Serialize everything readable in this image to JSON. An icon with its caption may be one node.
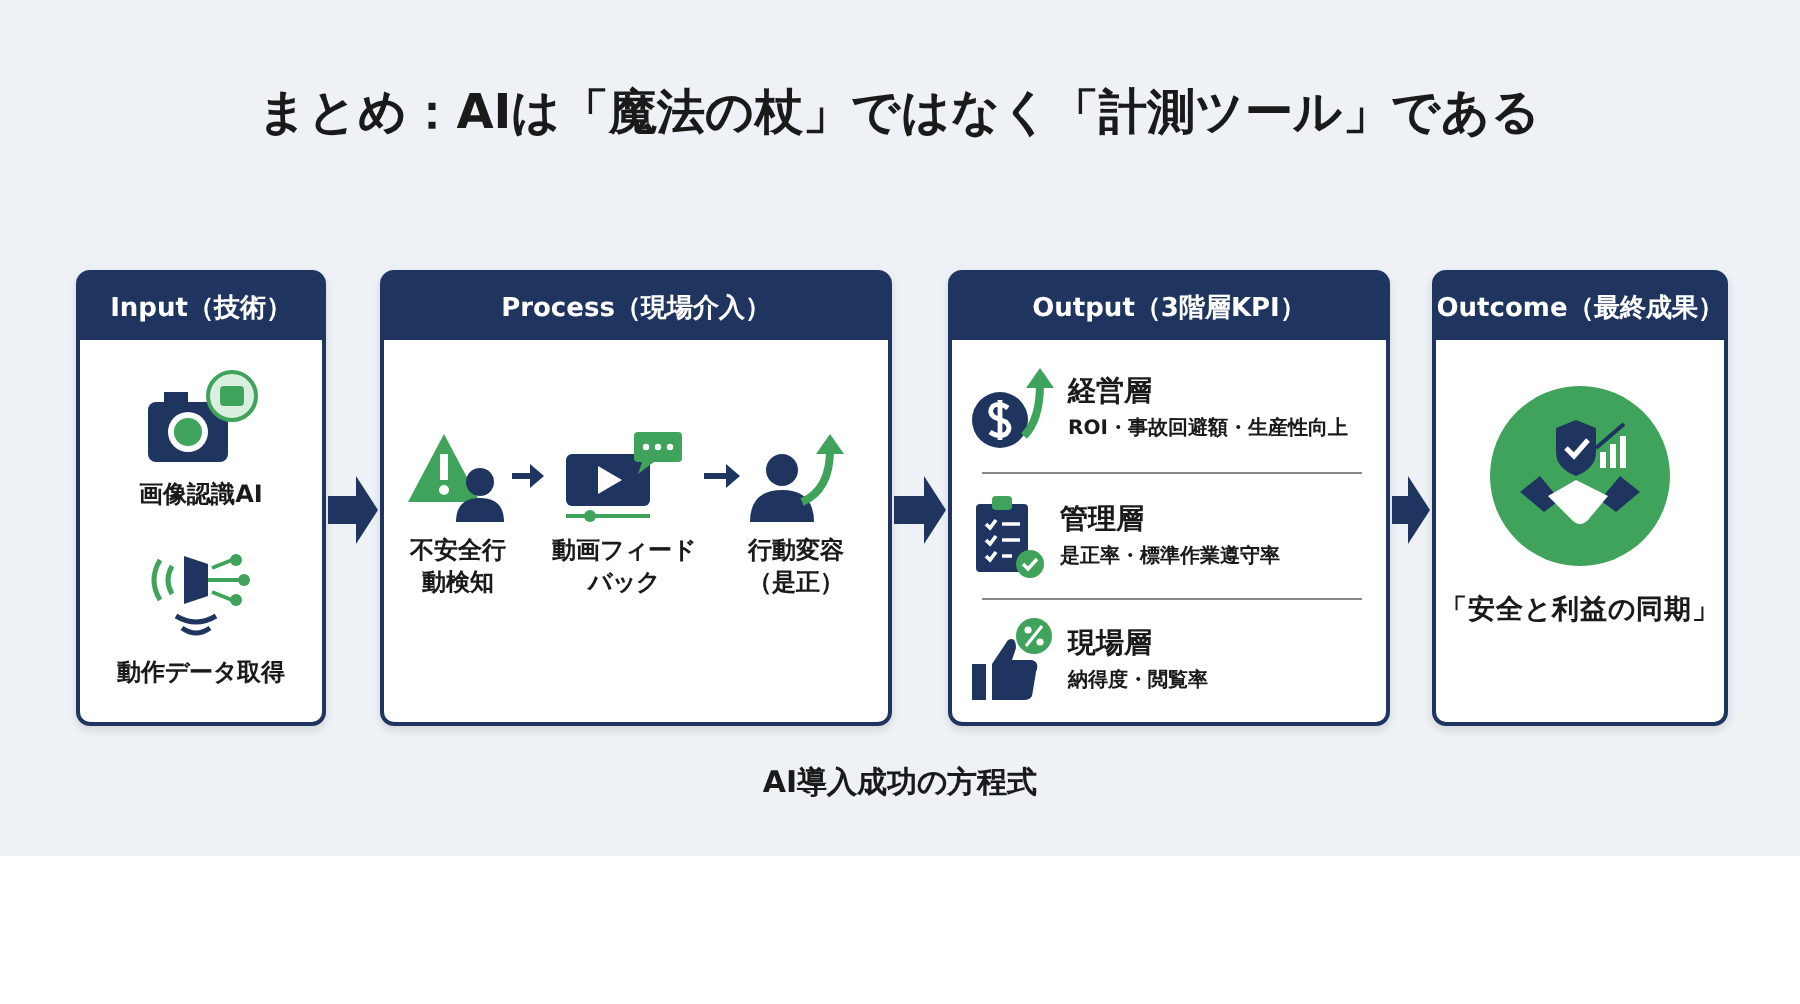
{
  "diagram": {
    "title": "まとめ：AIは「魔法の杖」ではなく「計測ツール」である",
    "caption": "AI導入成功の方程式",
    "nodes": [
      {
        "text": [
          "Input（技術）"
        ]
      },
      {
        "text": [
          "画像認識AI"
        ],
        "in": 0
      },
      {
        "text": [
          "動作データ取得"
        ],
        "in": 0
      },
      {
        "text": [
          "Process（現場介入）"
        ]
      },
      {
        "text": [
          "不安全行動検知"
        ],
        "in": 3
      },
      {
        "text": [
          "動画フィードバック"
        ],
        "in": 3
      },
      {
        "text": [
          "行動変容（是正）"
        ],
        "in": 3
      },
      {
        "text": [
          "Output（3階層KPI）"
        ]
      },
      {
        "text": [
          "経営層",
          "ROI・事故回避額・生産性向上"
        ],
        "in": 7
      },
      {
        "text": [
          "管理層",
          "是正率・標準作業遵守率"
        ],
        "in": 7
      },
      {
        "text": [
          "現場層",
          "納得度・閲覧率"
        ],
        "in": 7
      },
      {
        "text": [
          "Outcome（最終成果）"
        ]
      },
      {
        "text": [
          "「安全と利益の同期」"
        ],
        "in": 11
      }
    ],
    "edges": [
      {
        "from": 0,
        "to": 3,
        "arrow": "to"
      },
      {
        "from": 4,
        "to": 5,
        "arrow": "to"
      },
      {
        "from": 5,
        "to": 6,
        "arrow": "to"
      },
      {
        "from": 3,
        "to": 7,
        "arrow": "to"
      },
      {
        "from": 7,
        "to": 11,
        "arrow": "to"
      }
    ]
  }
}
